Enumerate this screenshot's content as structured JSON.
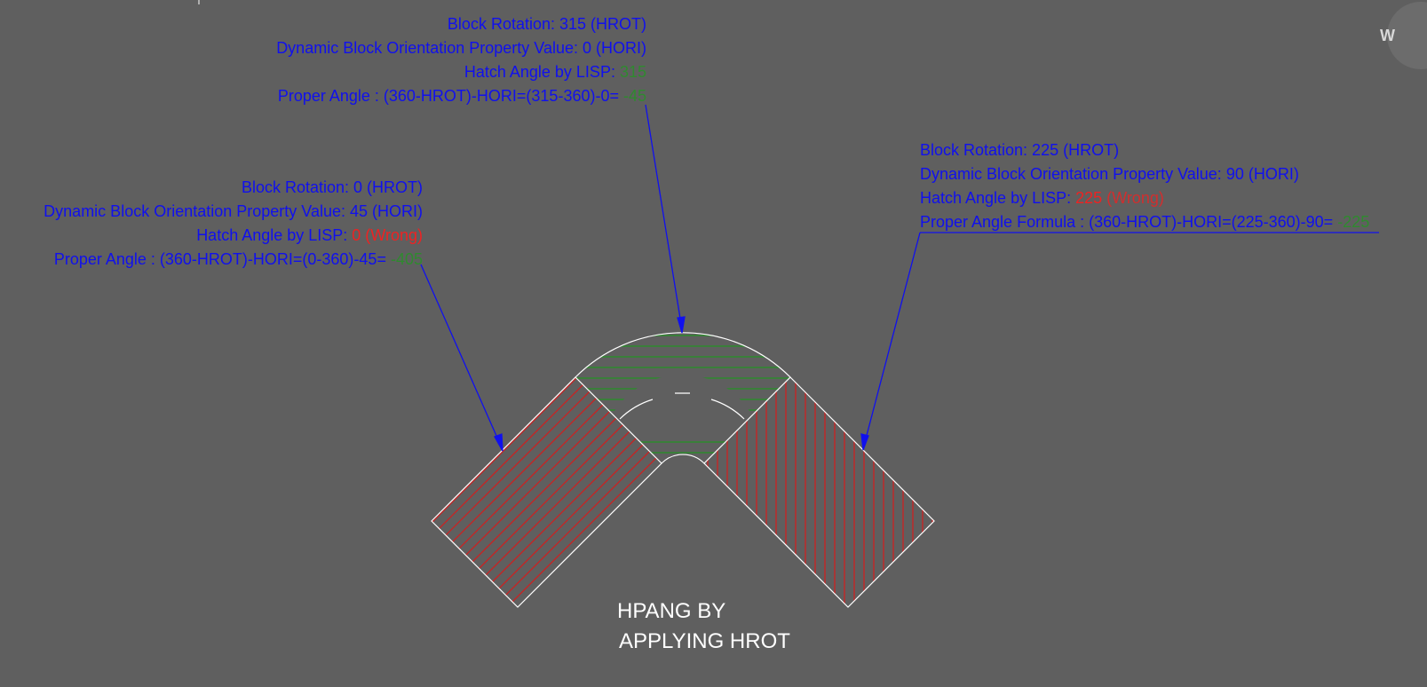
{
  "colors": {
    "background": "#5f5f5f",
    "annotation": "#1010ee",
    "correct": "#2f8a2f",
    "wrong": "#ee2222",
    "outline": "#ffffff"
  },
  "annotations": {
    "top": {
      "line1": "Block Rotation: 315  (HROT)",
      "line2": "Dynamic Block Orientation Property Value:  0  (HORI)",
      "line3_label": "Hatch Angle by LISP: ",
      "line3_value": "315",
      "line4_label": "Proper Angle : (360-HROT)-HORI=(315-360)-0= ",
      "line4_value": "-45"
    },
    "left": {
      "line1": "Block Rotation: 0  (HROT)",
      "line2": "Dynamic Block Orientation Property Value:  45  (HORI)",
      "line3_label": "Hatch Angle by LISP: ",
      "line3_value": "0 (Wrong)",
      "line4_label": "Proper Angle : (360-HROT)-HORI=(0-360)-45= ",
      "line4_value": "-405"
    },
    "right": {
      "line1": "Block Rotation: 225 (HROT)",
      "line2": "Dynamic Block Orientation Property Value: 90 (HORI)",
      "line3_label": "Hatch Angle by LISP: ",
      "line3_value": "225",
      "line3_note": " (Wrong)",
      "line4_label": "Proper Angle Formula : (360-HROT)-HORI=(225-360)-90= ",
      "line4_value": "-225"
    }
  },
  "hatch_angles": {
    "left_segment": 45,
    "middle_segment": 0,
    "right_segment": 90
  },
  "caption": {
    "line1": "HPANG BY",
    "line2": "APPLYING HROT"
  },
  "viewcube_letter": "W"
}
